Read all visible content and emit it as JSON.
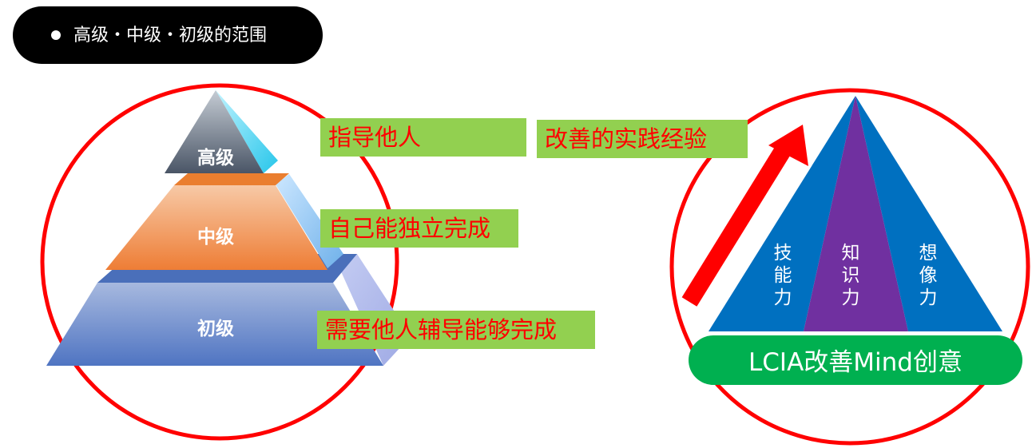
{
  "header": {
    "title": "高级・中级・初级的范围"
  },
  "pyramid": {
    "levels": [
      "高级",
      "中级",
      "初级"
    ],
    "descriptions": [
      "指导他人",
      "自己能独立完成",
      "需要他人辅导能够完成"
    ]
  },
  "experience_label": "改善的实践经验",
  "triangle": {
    "skill": [
      "技",
      "能",
      "力"
    ],
    "knowledge": [
      "知",
      "识",
      "力"
    ],
    "imagination": [
      "想",
      "像",
      "力"
    ]
  },
  "mind_label": "LCIA改善Mind创意",
  "colors": {
    "circle": "#ff0000",
    "label_bg": "#92d050",
    "label_text": "#ff0000",
    "triangle_blue": "#0070c0",
    "triangle_purple": "#7030a0",
    "mind_bg": "#00b050"
  }
}
